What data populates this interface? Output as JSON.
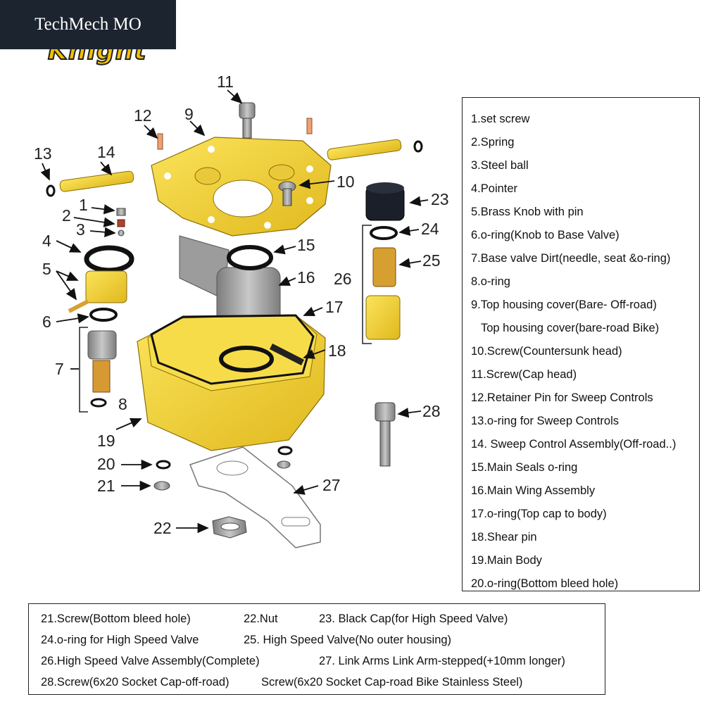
{
  "watermark": "TechMech MO",
  "logo_text": "Knight",
  "colors": {
    "part_gold": "#f3d23a",
    "part_gold_dark": "#c9a41a",
    "oring": "#111111",
    "steel": "#9a9a9a"
  },
  "callouts": [
    "1",
    "2",
    "3",
    "4",
    "5",
    "6",
    "7",
    "8",
    "9",
    "10",
    "11",
    "12",
    "13",
    "14",
    "15",
    "16",
    "17",
    "18",
    "19",
    "20",
    "21",
    "22",
    "23",
    "24",
    "25",
    "26",
    "27",
    "28"
  ],
  "legend_right": [
    "1.set screw",
    "2.Spring",
    "3.Steel ball",
    "4.Pointer",
    "5.Brass Knob with pin",
    "6.o-ring(Knob to Base Valve)",
    "7.Base valve Dirt(needle, seat &o-ring)",
    "8.o-ring",
    "9.Top housing cover(Bare- Off-road)",
    "Top housing cover(bare-road Bike)",
    "10.Screw(Countersunk head)",
    "11.Screw(Cap head)",
    "12.Retainer Pin for Sweep Controls",
    "13.o-ring for Sweep Controls",
    "14. Sweep Control Assembly(Off-road..)",
    "15.Main Seals o-ring",
    "16.Main Wing Assembly",
    "17.o-ring(Top cap to body)",
    "18.Shear pin",
    "19.Main Body",
    "20.o-ring(Bottom bleed hole)"
  ],
  "legend_bottom": [
    "21.Screw(Bottom bleed hole)",
    "22.Nut",
    "23. Black Cap(for High Speed Valve)",
    "24.o-ring for High Speed Valve",
    "25. High Speed Valve(No outer housing)",
    "26.High Speed Valve Assembly(Complete)",
    "27. Link Arms  Link Arm-stepped(+10mm longer)",
    "28.Screw(6x20 Socket Cap-off-road)",
    "Screw(6x20 Socket Cap-road Bike Stainless Steel)"
  ]
}
